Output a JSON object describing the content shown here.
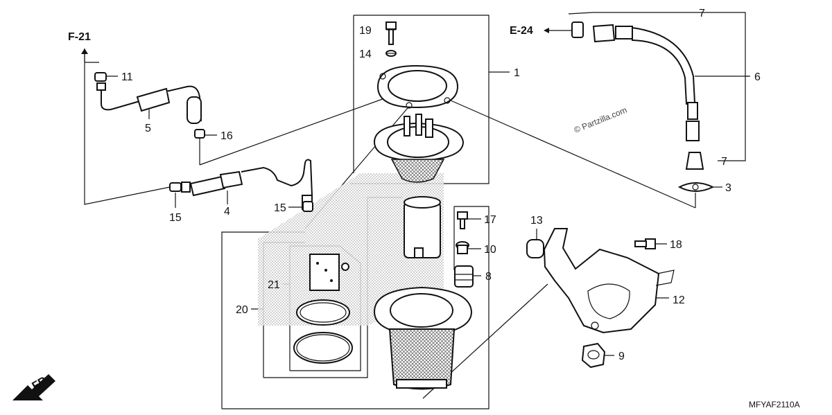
{
  "references": {
    "f21": "F-21",
    "e24": "E-24",
    "front": "FR."
  },
  "watermark": "© Partzilla.com",
  "diagram_code": "MFYAF2110A",
  "callouts": {
    "c1": "1",
    "c3": "3",
    "c4": "4",
    "c5": "5",
    "c6": "6",
    "c7a": "7",
    "c7b": "7",
    "c8": "8",
    "c9": "9",
    "c10": "10",
    "c11": "11",
    "c12": "12",
    "c13": "13",
    "c14": "14",
    "c15a": "15",
    "c15b": "15",
    "c16": "16",
    "c17": "17",
    "c18": "18",
    "c19": "19",
    "c20": "20",
    "c21": "21"
  }
}
